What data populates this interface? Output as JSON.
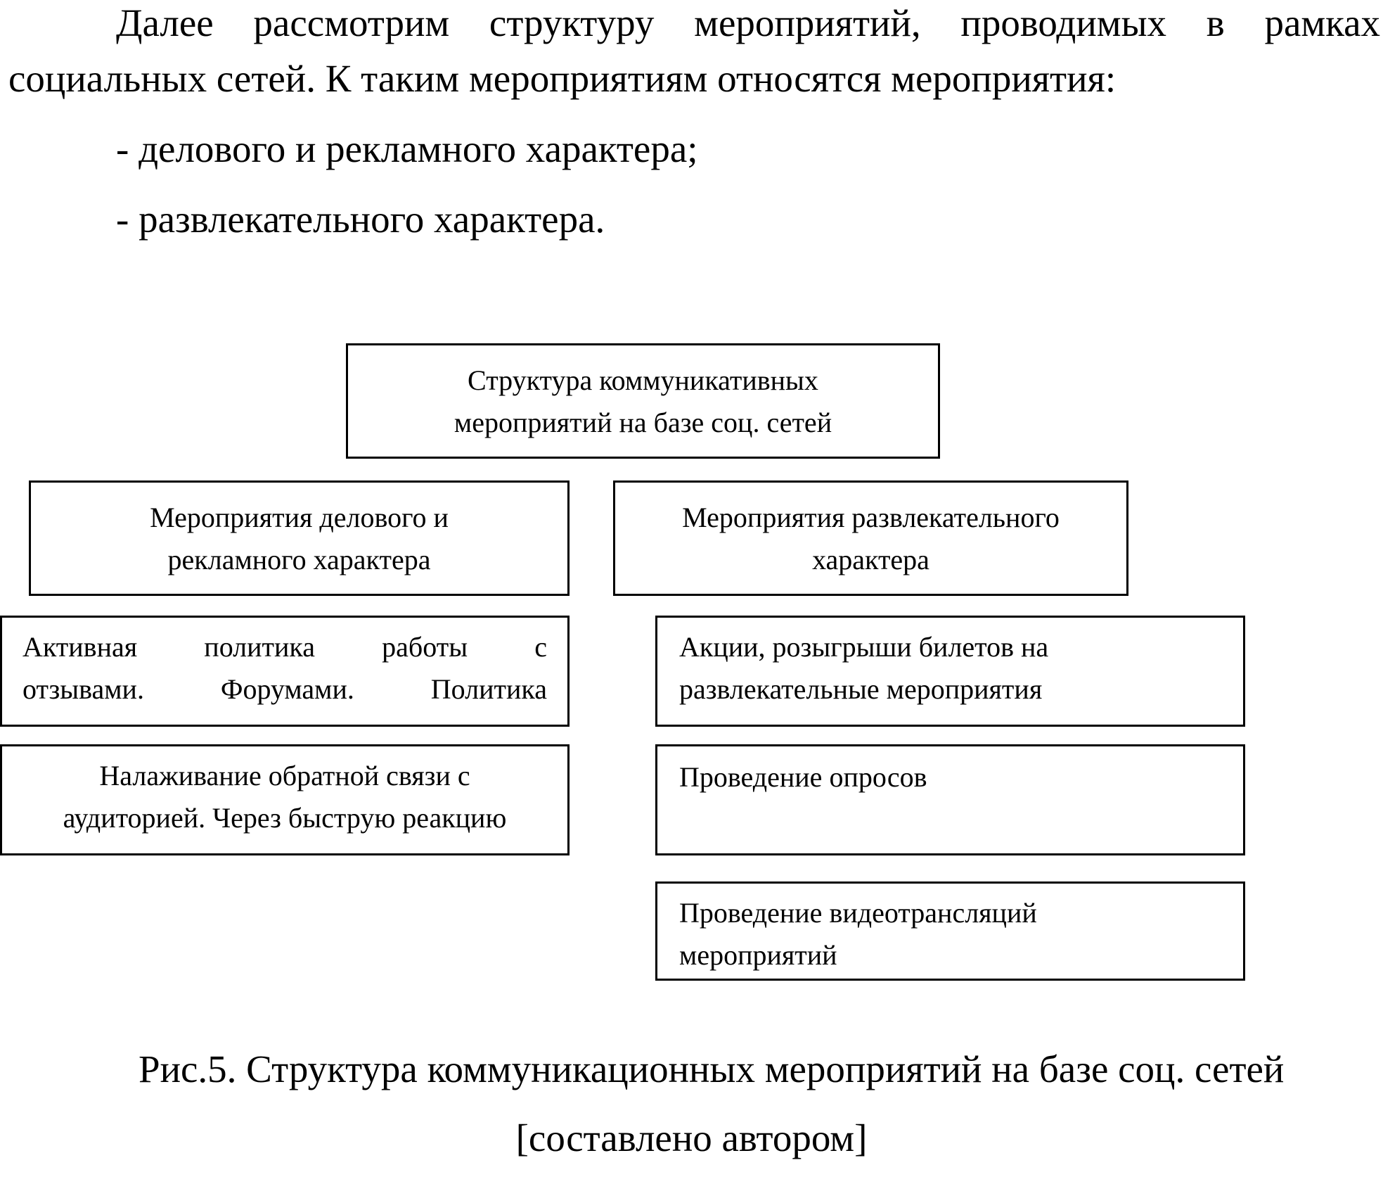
{
  "intro": {
    "line1": "Далее рассмотрим структуру мероприятий, проводимых в рамках",
    "line2": "социальных сетей. К таким мероприятиям относятся мероприятия:",
    "bullet1": "- делового и рекламного характера;",
    "bullet2": "- развлекательного характера."
  },
  "diagram": {
    "root": {
      "line1": "Структура коммуникативных",
      "line2": "мероприятий на базе соц. сетей"
    },
    "left_branch": {
      "line1": "Мероприятия делового и",
      "line2": "рекламного характера"
    },
    "right_branch": {
      "line1": "Мероприятия развлекательного",
      "line2": "характера"
    },
    "left_items": [
      {
        "line1_words": [
          "Активная",
          "политика",
          "работы",
          "с"
        ],
        "line2_words": [
          "отзывами.",
          "Форумами.",
          "Политика"
        ]
      },
      {
        "line1": "Налаживание обратной связи с",
        "line2": "аудиторией. Через быструю реакцию"
      }
    ],
    "right_items": [
      {
        "line1": "Акции, розыгрыши билетов на",
        "line2": "развлекательные мероприятия"
      },
      {
        "line1": "Проведение опросов",
        "line2": ""
      },
      {
        "line1": "Проведение видеотрансляций",
        "line2": "мероприятий"
      }
    ]
  },
  "caption": {
    "line1": "Рис.5. Структура коммуникационных мероприятий на базе соц. сетей",
    "line2": "[составлено автором]"
  }
}
